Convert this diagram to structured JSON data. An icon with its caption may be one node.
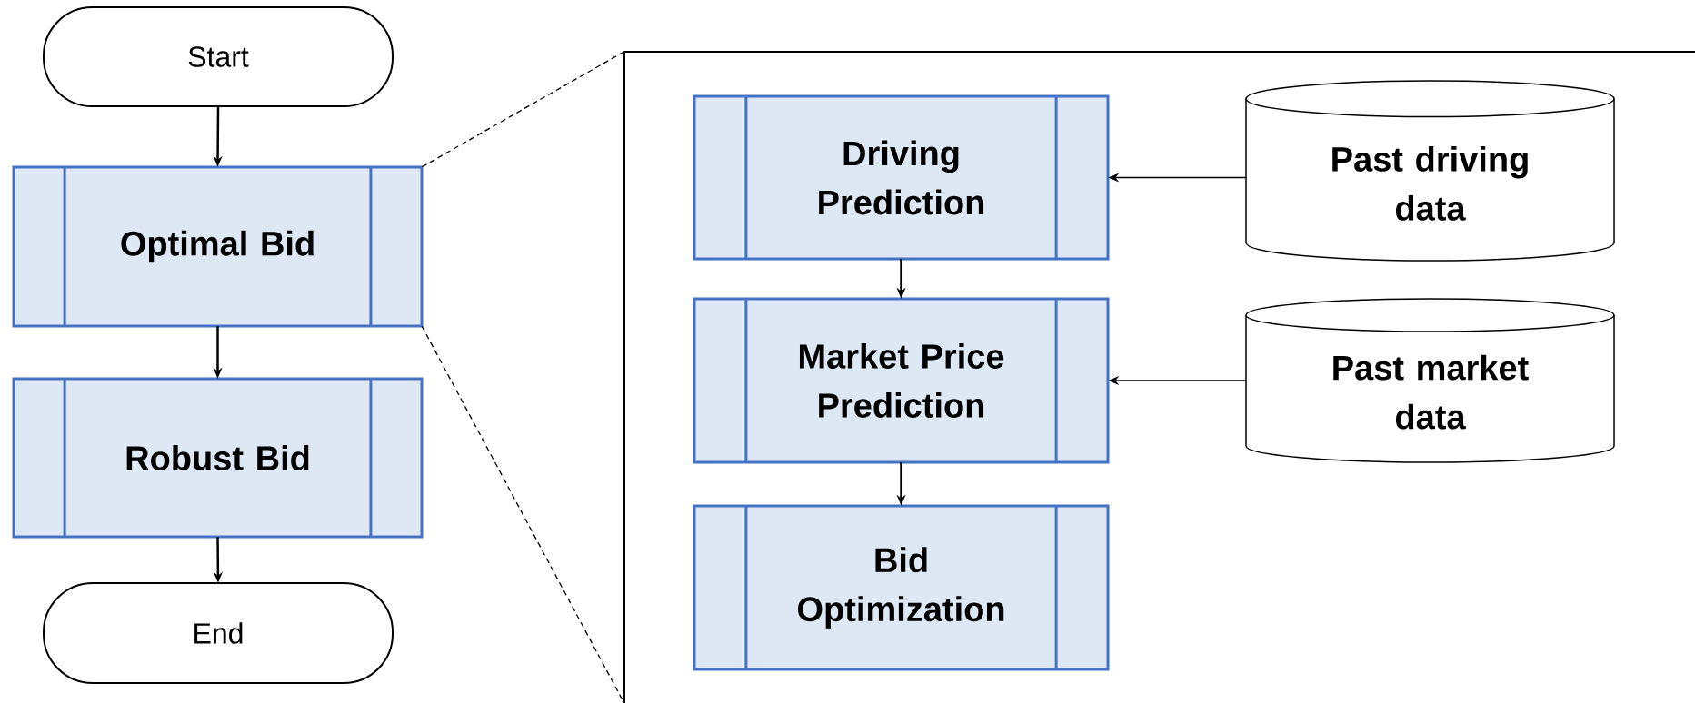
{
  "diagram": {
    "nodes": [
      {
        "text": [
          "Start"
        ]
      },
      {
        "text": [
          "Optimal Bid"
        ]
      },
      {
        "text": [
          "Robust Bid"
        ]
      },
      {
        "text": [
          "End"
        ]
      },
      {
        "text": [],
        "shape": "box"
      },
      {
        "text": [
          "Driving Prediction"
        ],
        "in": 4
      },
      {
        "text": [
          "Market Price Prediction"
        ],
        "in": 4
      },
      {
        "text": [
          "Bid Optimization"
        ],
        "in": 4
      },
      {
        "text": [
          "Past driving data"
        ],
        "in": 4
      },
      {
        "text": [
          "Past market data"
        ],
        "in": 4
      }
    ],
    "edges": [
      {
        "from": 0,
        "to": 1,
        "arrow": "to"
      },
      {
        "from": 1,
        "to": 2,
        "arrow": "to"
      },
      {
        "from": 2,
        "to": 3,
        "arrow": "to"
      },
      {
        "from": 1,
        "to": 4,
        "arrow": "none",
        "style": "dashed"
      },
      {
        "from": 1,
        "to": 4,
        "arrow": "none",
        "style": "dashed"
      },
      {
        "from": 5,
        "to": 6,
        "arrow": "to"
      },
      {
        "from": 6,
        "to": 7,
        "arrow": "to"
      },
      {
        "from": 8,
        "to": 5,
        "arrow": "to"
      },
      {
        "from": 9,
        "to": 6,
        "arrow": "to"
      }
    ]
  }
}
